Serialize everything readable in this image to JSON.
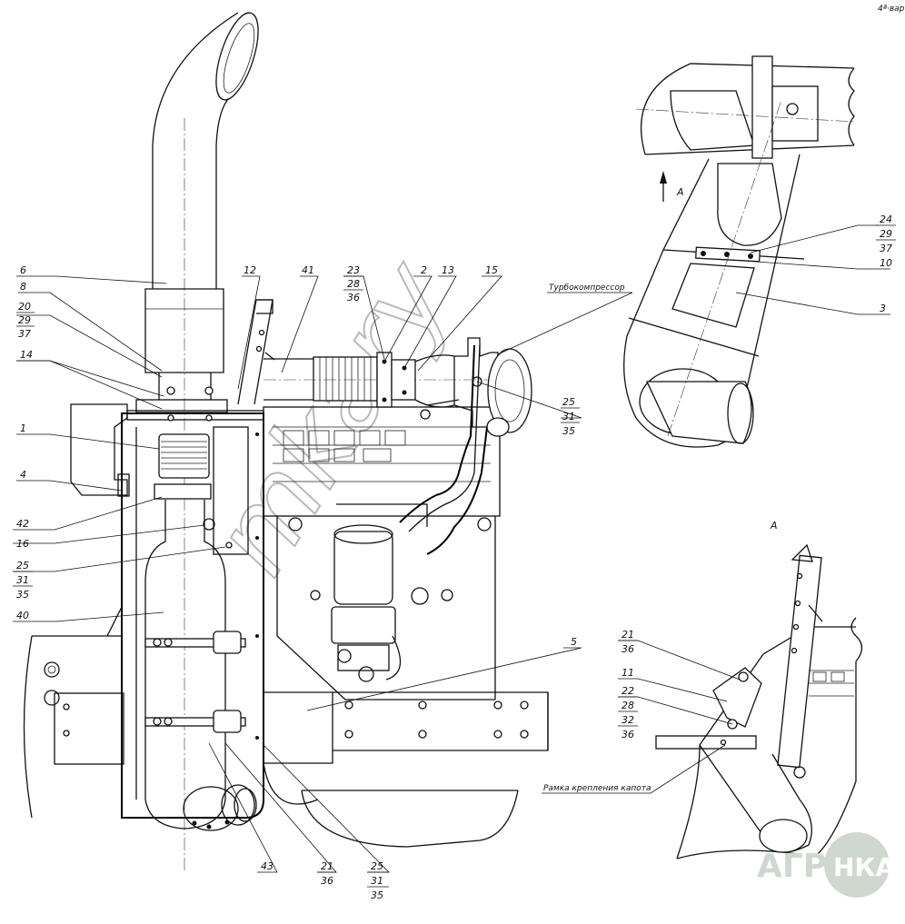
{
  "corner_mark": "4ª·вар",
  "view_label": "A",
  "arrow_label": "A",
  "turbo_label": "Турбокомпрессор",
  "hood_frame_label": "Рамка крепления капота",
  "watermark": "mkary",
  "logo": {
    "left": "АГРО",
    "right": "НКА"
  },
  "callouts": {
    "c6": "6",
    "c8": "8",
    "c20": "20",
    "c29a": "29",
    "c37a": "37",
    "c14": "14",
    "c1": "1",
    "c4": "4",
    "c42": "42",
    "c16": "16",
    "c25a": "25",
    "c31a": "31",
    "c35a": "35",
    "c40": "40",
    "c12": "12",
    "c41": "41",
    "c23": "23",
    "c28a": "28",
    "c36a": "36",
    "c2": "2",
    "c13": "13",
    "c15": "15",
    "c25b": "25",
    "c31b": "31",
    "c35b": "35",
    "c5": "5",
    "c43": "43",
    "c21a": "21",
    "c36b": "36",
    "c25c": "25",
    "c31c": "31",
    "c35c": "35",
    "c24": "24",
    "c29b": "29",
    "c37b": "37",
    "c10": "10",
    "c3": "3",
    "c21b": "21",
    "c36c": "36",
    "c11": "11",
    "c22": "22",
    "c28b": "28",
    "c32": "32",
    "c36d": "36"
  }
}
